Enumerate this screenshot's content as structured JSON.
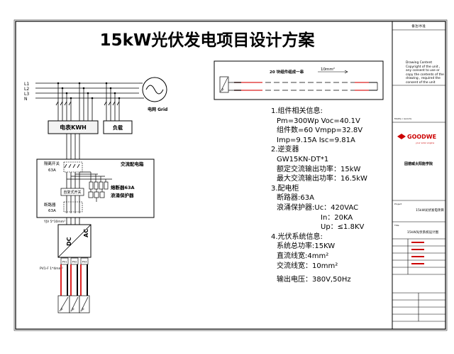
{
  "title": "15kW光伏发电项目设计方案",
  "grid": {
    "lines": [
      "L1",
      "L2",
      "L3",
      "N"
    ],
    "grid_label": "电网 Grid",
    "meter_label": "电表KWH",
    "load_label": "负载"
  },
  "ac_box": {
    "title": "交流配电箱",
    "isolation_switch": "隔离开关",
    "isolation_rating": "63A",
    "auto_reclose": "自复式开关",
    "breaker": "断路器",
    "breaker_rating": "63A",
    "fuse_label": "熔断器63A",
    "surge_label": "浪涌保护器"
  },
  "inverter": {
    "ac_cable": "YJV 5*10mm²",
    "dc_label": "DC",
    "ac_label": "AC",
    "pv_cable": "PV1-F 1*4mm²",
    "mppt_labels": [
      "PV1",
      "PV2",
      "PV3"
    ]
  },
  "string": {
    "label": "20 块组件组成一串",
    "cable": "10mm²"
  },
  "specs": [
    {
      "text": "1.组件相关信息:",
      "kind": "h"
    },
    {
      "text": "Pm=300Wp Voc=40.1V",
      "kind": "i"
    },
    {
      "text": "组件数=60  Vmpp=32.8V",
      "kind": "i"
    },
    {
      "text": "Imp=9.15A   Isc=9.81A",
      "kind": "i"
    },
    {
      "text": "2.逆变器",
      "kind": "h"
    },
    {
      "text": "GW15KN-DT*1",
      "kind": "i"
    },
    {
      "text": "额定交流输出功率：15kW",
      "kind": "i"
    },
    {
      "text": "最大交流输出功率：16.5kW",
      "kind": "i"
    },
    {
      "text": "3.配电柜",
      "kind": "h"
    },
    {
      "text": "断路器:63A",
      "kind": "i"
    },
    {
      "text": "浪涌保护器:Uc：420VAC",
      "kind": "i"
    },
    {
      "text": "In：20KA",
      "kind": "ii"
    },
    {
      "text": "Up：≤1.8KV",
      "kind": "ii"
    },
    {
      "text": "4.光伏系统信息:",
      "kind": "h"
    },
    {
      "text": "系统总功率:15KW",
      "kind": "i"
    },
    {
      "text": "直流线宽:4mm²",
      "kind": "i"
    },
    {
      "text": "交流线宽：10mm²",
      "kind": "i"
    },
    {
      "text": "输出电压：380V,50Hz",
      "kind": "i2"
    }
  ],
  "title_block": {
    "header": "备注/水准",
    "note": "Drawing Content Copyright of the unit , any consent to use or copy the contents of the drawing , required the consent of the unit",
    "logo_text": "GOODWE",
    "logo_sub": "your solar engine",
    "company": "固德威太阳能学院",
    "project_label": "Project",
    "project_value": "15kW光伏发电项目",
    "title_label": "Title",
    "title_value": "15kW光伏系统设计图"
  }
}
